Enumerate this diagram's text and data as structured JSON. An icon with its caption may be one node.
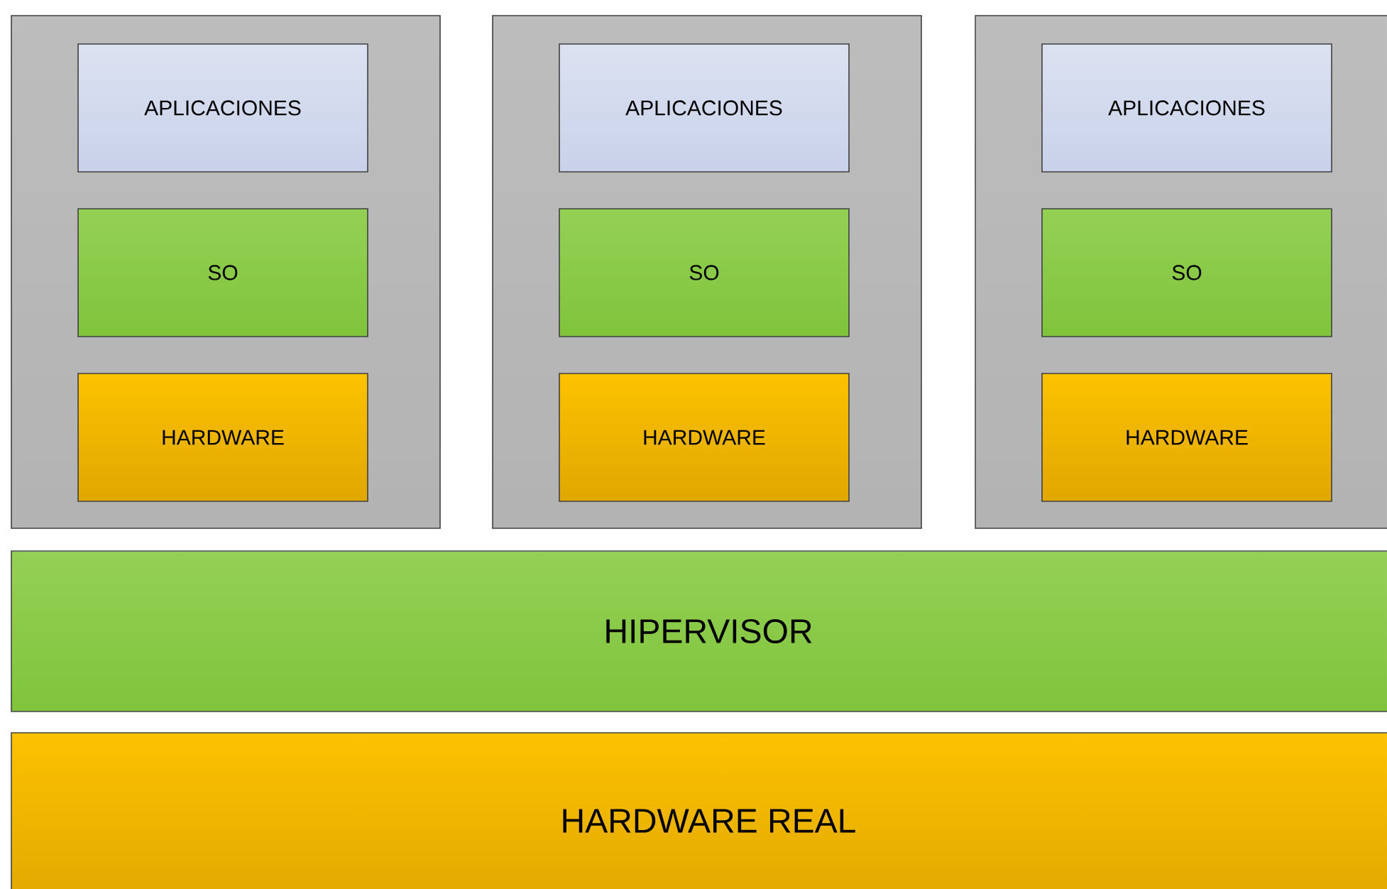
{
  "diagram": {
    "nodes": [
      {
        "text": [],
        "shape": "box"
      },
      {
        "text": [
          "APLICACIONES"
        ],
        "in": 0
      },
      {
        "text": [
          "SO"
        ],
        "in": 0
      },
      {
        "text": [
          "HARDWARE"
        ],
        "in": 0
      },
      {
        "text": [],
        "shape": "box"
      },
      {
        "text": [
          "APLICACIONES"
        ],
        "in": 4
      },
      {
        "text": [
          "SO"
        ],
        "in": 4
      },
      {
        "text": [
          "HARDWARE"
        ],
        "in": 4
      },
      {
        "text": [],
        "shape": "box"
      },
      {
        "text": [
          "APLICACIONES"
        ],
        "in": 8
      },
      {
        "text": [
          "SO"
        ],
        "in": 8
      },
      {
        "text": [
          "HARDWARE"
        ],
        "in": 8
      },
      {
        "text": [
          "HIPERVISOR"
        ]
      },
      {
        "text": [
          "HARDWARE REAL"
        ]
      }
    ]
  }
}
